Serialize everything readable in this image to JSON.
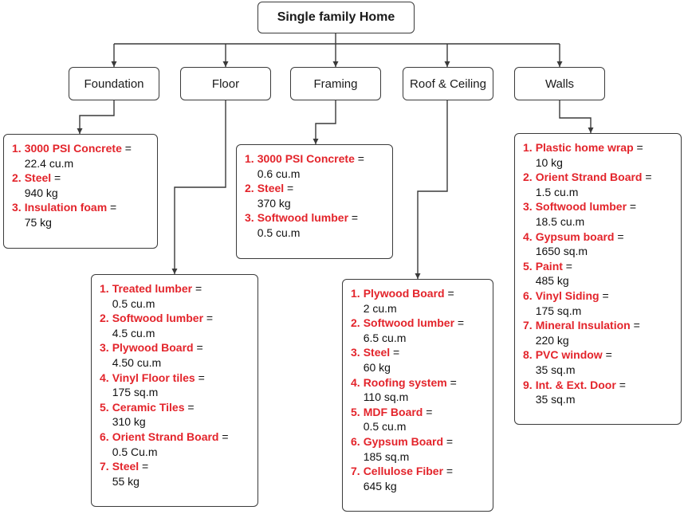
{
  "root": {
    "label": "Single family Home"
  },
  "categories": [
    {
      "id": "foundation",
      "label": "Foundation",
      "items": [
        {
          "num": "1.",
          "name": "3000 PSI Concrete",
          "qty": "22.4 cu.m"
        },
        {
          "num": "2.",
          "name": "Steel",
          "qty": "940 kg"
        },
        {
          "num": "3.",
          "name": "Insulation foam",
          "qty": "75 kg"
        }
      ]
    },
    {
      "id": "floor",
      "label": "Floor",
      "items": [
        {
          "num": "1.",
          "name": "Treated lumber",
          "qty": "0.5 cu.m"
        },
        {
          "num": "2.",
          "name": "Softwood lumber",
          "qty": "4.5 cu.m"
        },
        {
          "num": "3.",
          "name": "Plywood Board",
          "qty": "4.50 cu.m"
        },
        {
          "num": "4.",
          "name": "Vinyl Floor tiles",
          "qty": "175 sq.m"
        },
        {
          "num": "5.",
          "name": "Ceramic Tiles",
          "qty": "310 kg"
        },
        {
          "num": "6.",
          "name": "Orient Strand Board",
          "qty": "0.5 Cu.m"
        },
        {
          "num": "7.",
          "name": "Steel",
          "qty": "55 kg"
        }
      ]
    },
    {
      "id": "framing",
      "label": "Framing",
      "items": [
        {
          "num": "1.",
          "name": "3000 PSI Concrete",
          "qty": "0.6 cu.m"
        },
        {
          "num": "2.",
          "name": "Steel",
          "qty": "370 kg"
        },
        {
          "num": "3.",
          "name": "Softwood lumber",
          "qty": "0.5 cu.m"
        }
      ]
    },
    {
      "id": "roof",
      "label": "Roof & Ceiling",
      "items": [
        {
          "num": "1.",
          "name": "Plywood Board",
          "qty": "2 cu.m"
        },
        {
          "num": "2.",
          "name": "Softwood lumber",
          "qty": "6.5 cu.m"
        },
        {
          "num": "3.",
          "name": "Steel",
          "qty": "60 kg"
        },
        {
          "num": "4.",
          "name": "Roofing system",
          "qty": "110 sq.m"
        },
        {
          "num": "5.",
          "name": " MDF Board",
          "qty": "0.5 cu.m"
        },
        {
          "num": "6.",
          "name": "Gypsum Board",
          "qty": "185 sq.m"
        },
        {
          "num": "7.",
          "name": "Cellulose Fiber",
          "qty": "645 kg"
        }
      ]
    },
    {
      "id": "walls",
      "label": "Walls",
      "items": [
        {
          "num": "1.",
          "name": "Plastic home wrap",
          "qty": "10 kg"
        },
        {
          "num": "2.",
          "name": "Orient Strand Board",
          "qty": "1.5 cu.m"
        },
        {
          "num": "3.",
          "name": "Softwood lumber",
          "qty": "18.5 cu.m"
        },
        {
          "num": "4.",
          "name": "Gypsum board",
          "qty": "1650 sq.m"
        },
        {
          "num": "5.",
          "name": "Paint",
          "qty": "485 kg"
        },
        {
          "num": "6.",
          "name": "Vinyl Siding",
          "qty": "175 sq.m"
        },
        {
          "num": "7.",
          "name": "Mineral Insulation",
          "qty": "220 kg"
        },
        {
          "num": "8.",
          "name": "PVC window",
          "qty": "35 sq.m"
        },
        {
          "num": "9.",
          "name": "Int. & Ext. Door",
          "qty": "35 sq.m"
        }
      ]
    }
  ],
  "colors": {
    "item_name": "#e3242b",
    "line": "#3a3a3a"
  }
}
